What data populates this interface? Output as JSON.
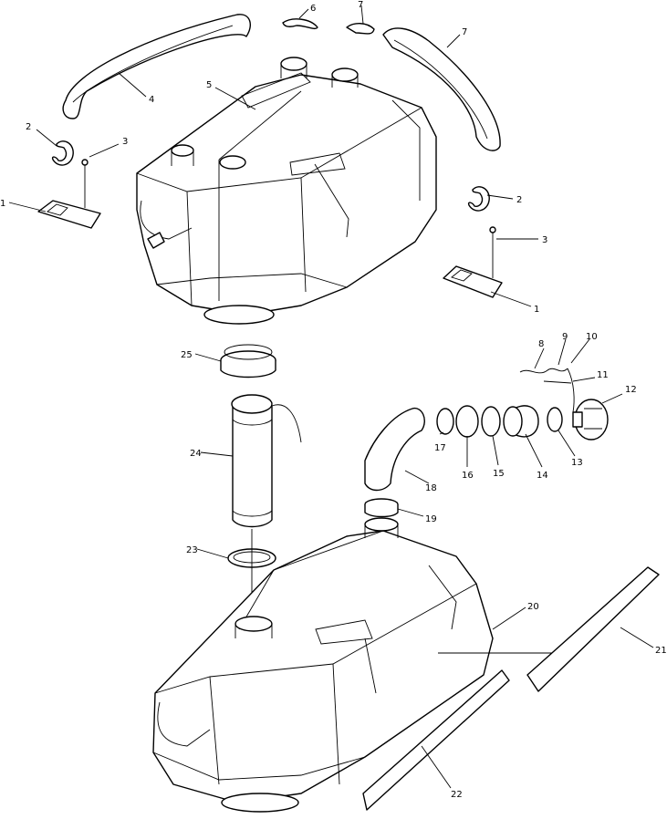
{
  "callouts": [
    "1",
    "2",
    "3",
    "4",
    "5",
    "6",
    "7",
    "2",
    "3",
    "1",
    "8",
    "9",
    "10",
    "11",
    "12",
    "25",
    "24",
    "17",
    "16",
    "15",
    "14",
    "13",
    "18",
    "19",
    "23",
    "20",
    "21",
    "22"
  ]
}
